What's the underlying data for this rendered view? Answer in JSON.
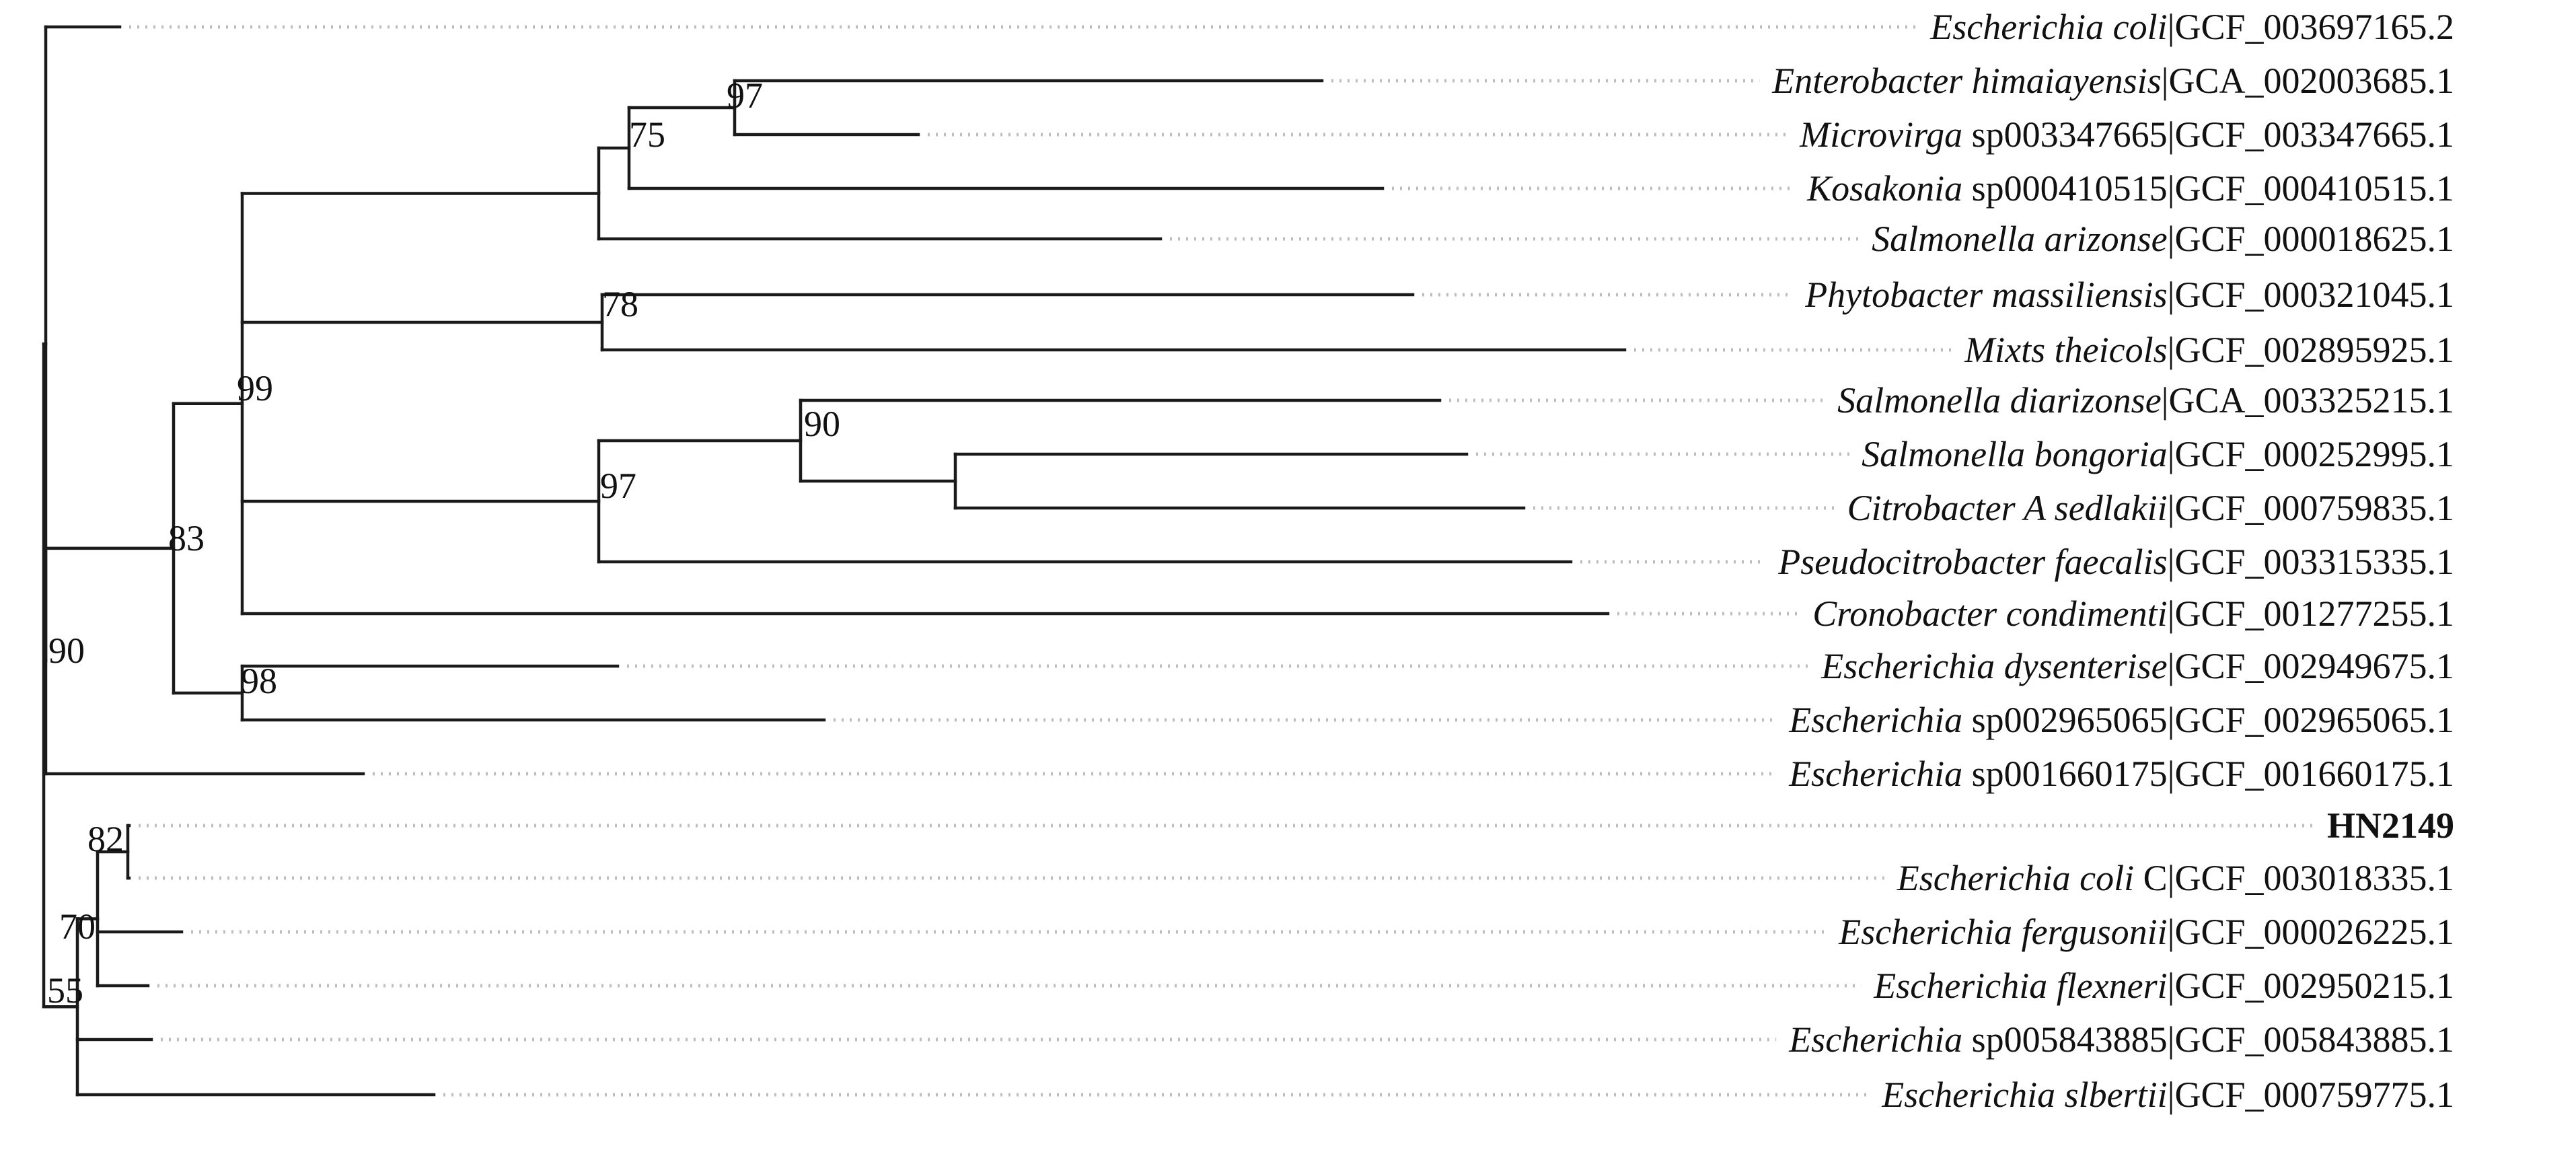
{
  "leaves": [
    {
      "id": "L0",
      "italic": "Escherichia coli",
      "rest": "|GCF_003697165.2"
    },
    {
      "id": "L1",
      "italic": "Enterobacter himaiayensis",
      "rest": "|GCA_002003685.1"
    },
    {
      "id": "L2",
      "italic": "Microvirga",
      "rest": " sp003347665|GCF_003347665.1"
    },
    {
      "id": "L3",
      "italic": "Kosakonia",
      "rest": " sp000410515|GCF_000410515.1"
    },
    {
      "id": "L4",
      "italic": "Salmonella arizonse",
      "rest": "|GCF_000018625.1"
    },
    {
      "id": "L5",
      "italic": "Phytobacter massiliensis",
      "rest": "|GCF_000321045.1"
    },
    {
      "id": "L6",
      "italic": "Mixts theicols",
      "rest": "|GCF_002895925.1"
    },
    {
      "id": "L7",
      "italic": "Salmonella diarizonse",
      "rest": "|GCA_003325215.1"
    },
    {
      "id": "L8",
      "italic": "Salmonella bongoria",
      "rest": "|GCF_000252995.1"
    },
    {
      "id": "L9",
      "italic": "Citrobacter A sedlakii",
      "rest": "|GCF_000759835.1"
    },
    {
      "id": "L10",
      "italic": "Pseudocitrobacter faecalis",
      "rest": "|GCF_003315335.1"
    },
    {
      "id": "L11",
      "italic": "Cronobacter condimenti",
      "rest": "|GCF_001277255.1"
    },
    {
      "id": "L12",
      "italic": "Escherichia dysenterise",
      "rest": "|GCF_002949675.1"
    },
    {
      "id": "L13",
      "italic": "Escherichia",
      "rest": " sp002965065|GCF_002965065.1"
    },
    {
      "id": "L14",
      "italic": "Escherichia",
      "rest": " sp001660175|GCF_001660175.1"
    },
    {
      "id": "L15",
      "italic": "",
      "rest": "HN2149",
      "bold": true
    },
    {
      "id": "L16",
      "italic": "Escherichia coli",
      "rest": " C|GCF_003018335.1"
    },
    {
      "id": "L17",
      "italic": "Escherichia fergusonii",
      "rest": "|GCF_000026225.1"
    },
    {
      "id": "L18",
      "italic": "Escherichia flexneri",
      "rest": "|GCF_002950215.1"
    },
    {
      "id": "L19",
      "italic": "Escherichia",
      "rest": " sp005843885|GCF_005843885.1"
    },
    {
      "id": "L20",
      "italic": "Escherichia slbertii",
      "rest": "|GCF_000759775.1"
    }
  ],
  "internal_nodes": [
    {
      "id": "root",
      "children": [
        "A",
        "O"
      ]
    },
    {
      "id": "A",
      "children": [
        "L0",
        "B"
      ]
    },
    {
      "id": "B",
      "support": "90",
      "children": [
        "C",
        "L14"
      ]
    },
    {
      "id": "C",
      "support": "83",
      "children": [
        "D",
        "N"
      ]
    },
    {
      "id": "D",
      "support": "99",
      "children": [
        "E",
        "H",
        "J",
        "L11"
      ]
    },
    {
      "id": "E",
      "support": "75",
      "children": [
        "F",
        "L4"
      ]
    },
    {
      "id": "F",
      "support": "97",
      "children": [
        "G",
        "L3"
      ]
    },
    {
      "id": "G",
      "children": [
        "L1",
        "L2"
      ]
    },
    {
      "id": "H",
      "support": "78",
      "children": [
        "L5",
        "L6"
      ]
    },
    {
      "id": "J",
      "support": "97",
      "children": [
        "K",
        "L10"
      ]
    },
    {
      "id": "K",
      "support": "90",
      "children": [
        "L7",
        "M"
      ]
    },
    {
      "id": "M",
      "children": [
        "L8",
        "L9"
      ]
    },
    {
      "id": "N",
      "support": "98",
      "children": [
        "L12",
        "L13"
      ]
    },
    {
      "id": "O",
      "support": "55",
      "children": [
        "P",
        "L19",
        "L20"
      ]
    },
    {
      "id": "P",
      "support": "70",
      "children": [
        "Q",
        "L17",
        "L18"
      ]
    },
    {
      "id": "Q",
      "support": "82",
      "children": [
        "L15",
        "L16"
      ]
    }
  ]
}
